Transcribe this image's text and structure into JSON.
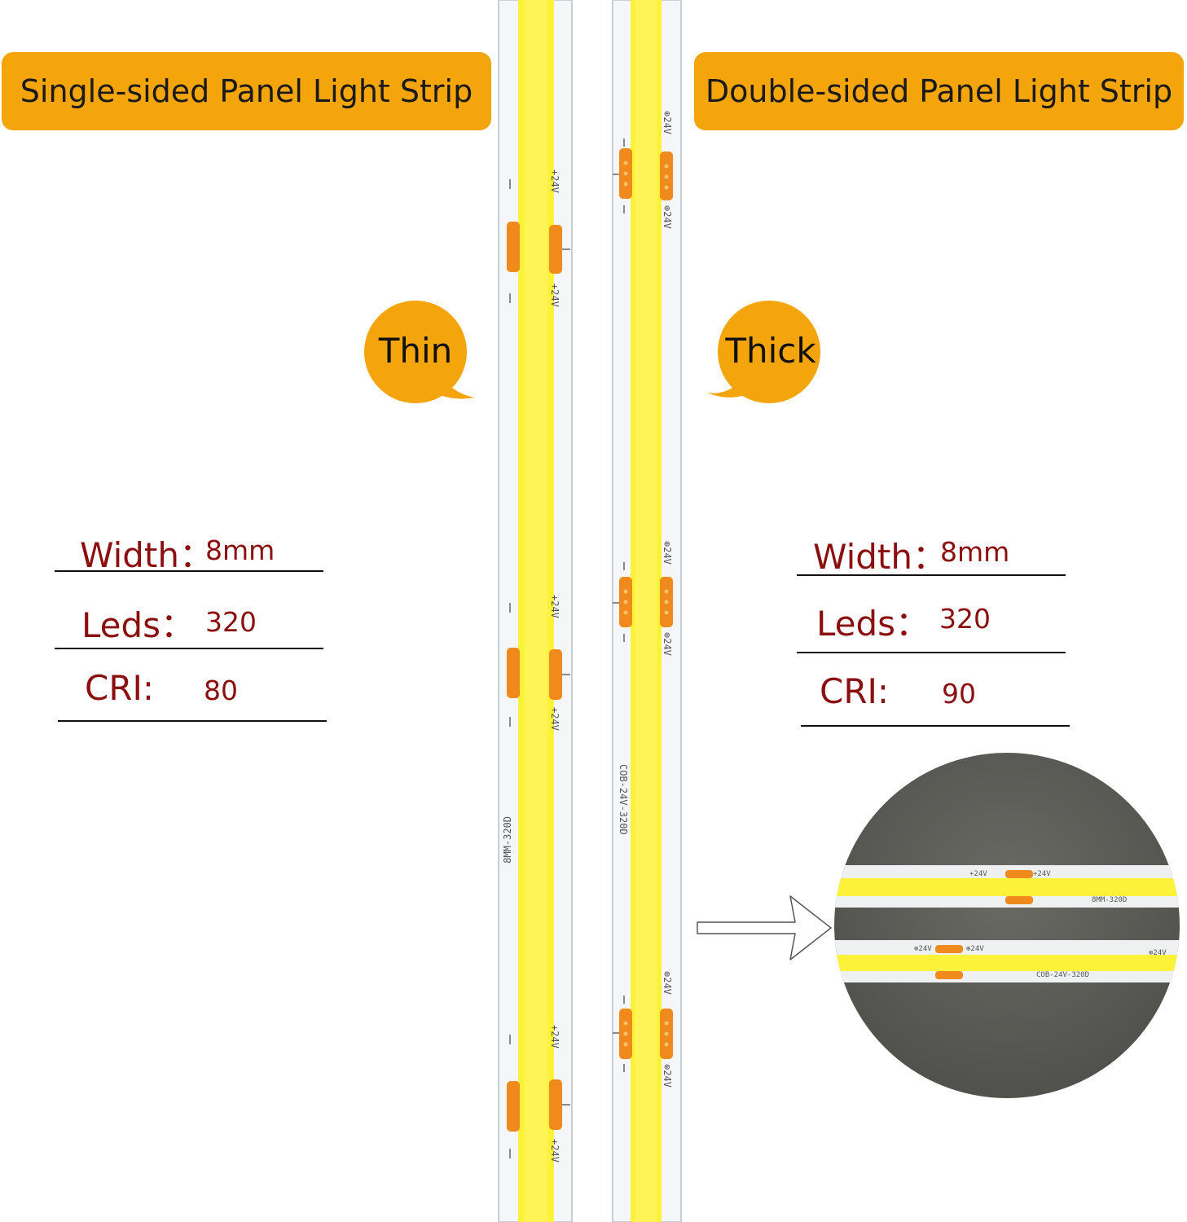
{
  "left": {
    "title": "Single-sided Panel Light Strip",
    "badge": "Thin",
    "specs": [
      {
        "label": "Width：",
        "value": "8mm"
      },
      {
        "label": "Leds：",
        "value": "320"
      },
      {
        "label": "CRI:",
        "value": "80"
      }
    ],
    "strip_marks": [
      "+24V",
      "+24V",
      "+24V",
      "+24V",
      "+24V",
      "+24V"
    ],
    "strip_model": "8MM-320D"
  },
  "right": {
    "title": "Double-sided Panel Light Strip",
    "badge": "Thick",
    "specs": [
      {
        "label": "Width：",
        "value": "8mm"
      },
      {
        "label": "Leds：",
        "value": "320"
      },
      {
        "label": "CRI:",
        "value": "90"
      }
    ],
    "strip_marks": [
      "⊕24V",
      "⊕24V",
      "⊕24V",
      "⊕24V",
      "⊕24V",
      "⊕24V"
    ],
    "strip_model": "COB-24V-320D"
  },
  "inset": {
    "top_marks": [
      "+24V",
      "+24V"
    ],
    "top_model": "8MM-320D",
    "bottom_marks": [
      "⊕24V",
      "⊕24V",
      "⊕24V"
    ],
    "bottom_model": "COB-24V-320D"
  },
  "colors": {
    "banner": "#f5a50c",
    "spec_text": "#8b0f0f",
    "strip_yellow": "#fcf23a",
    "pad_orange": "#f08a1c",
    "inset_bg": "#5a5a55"
  }
}
